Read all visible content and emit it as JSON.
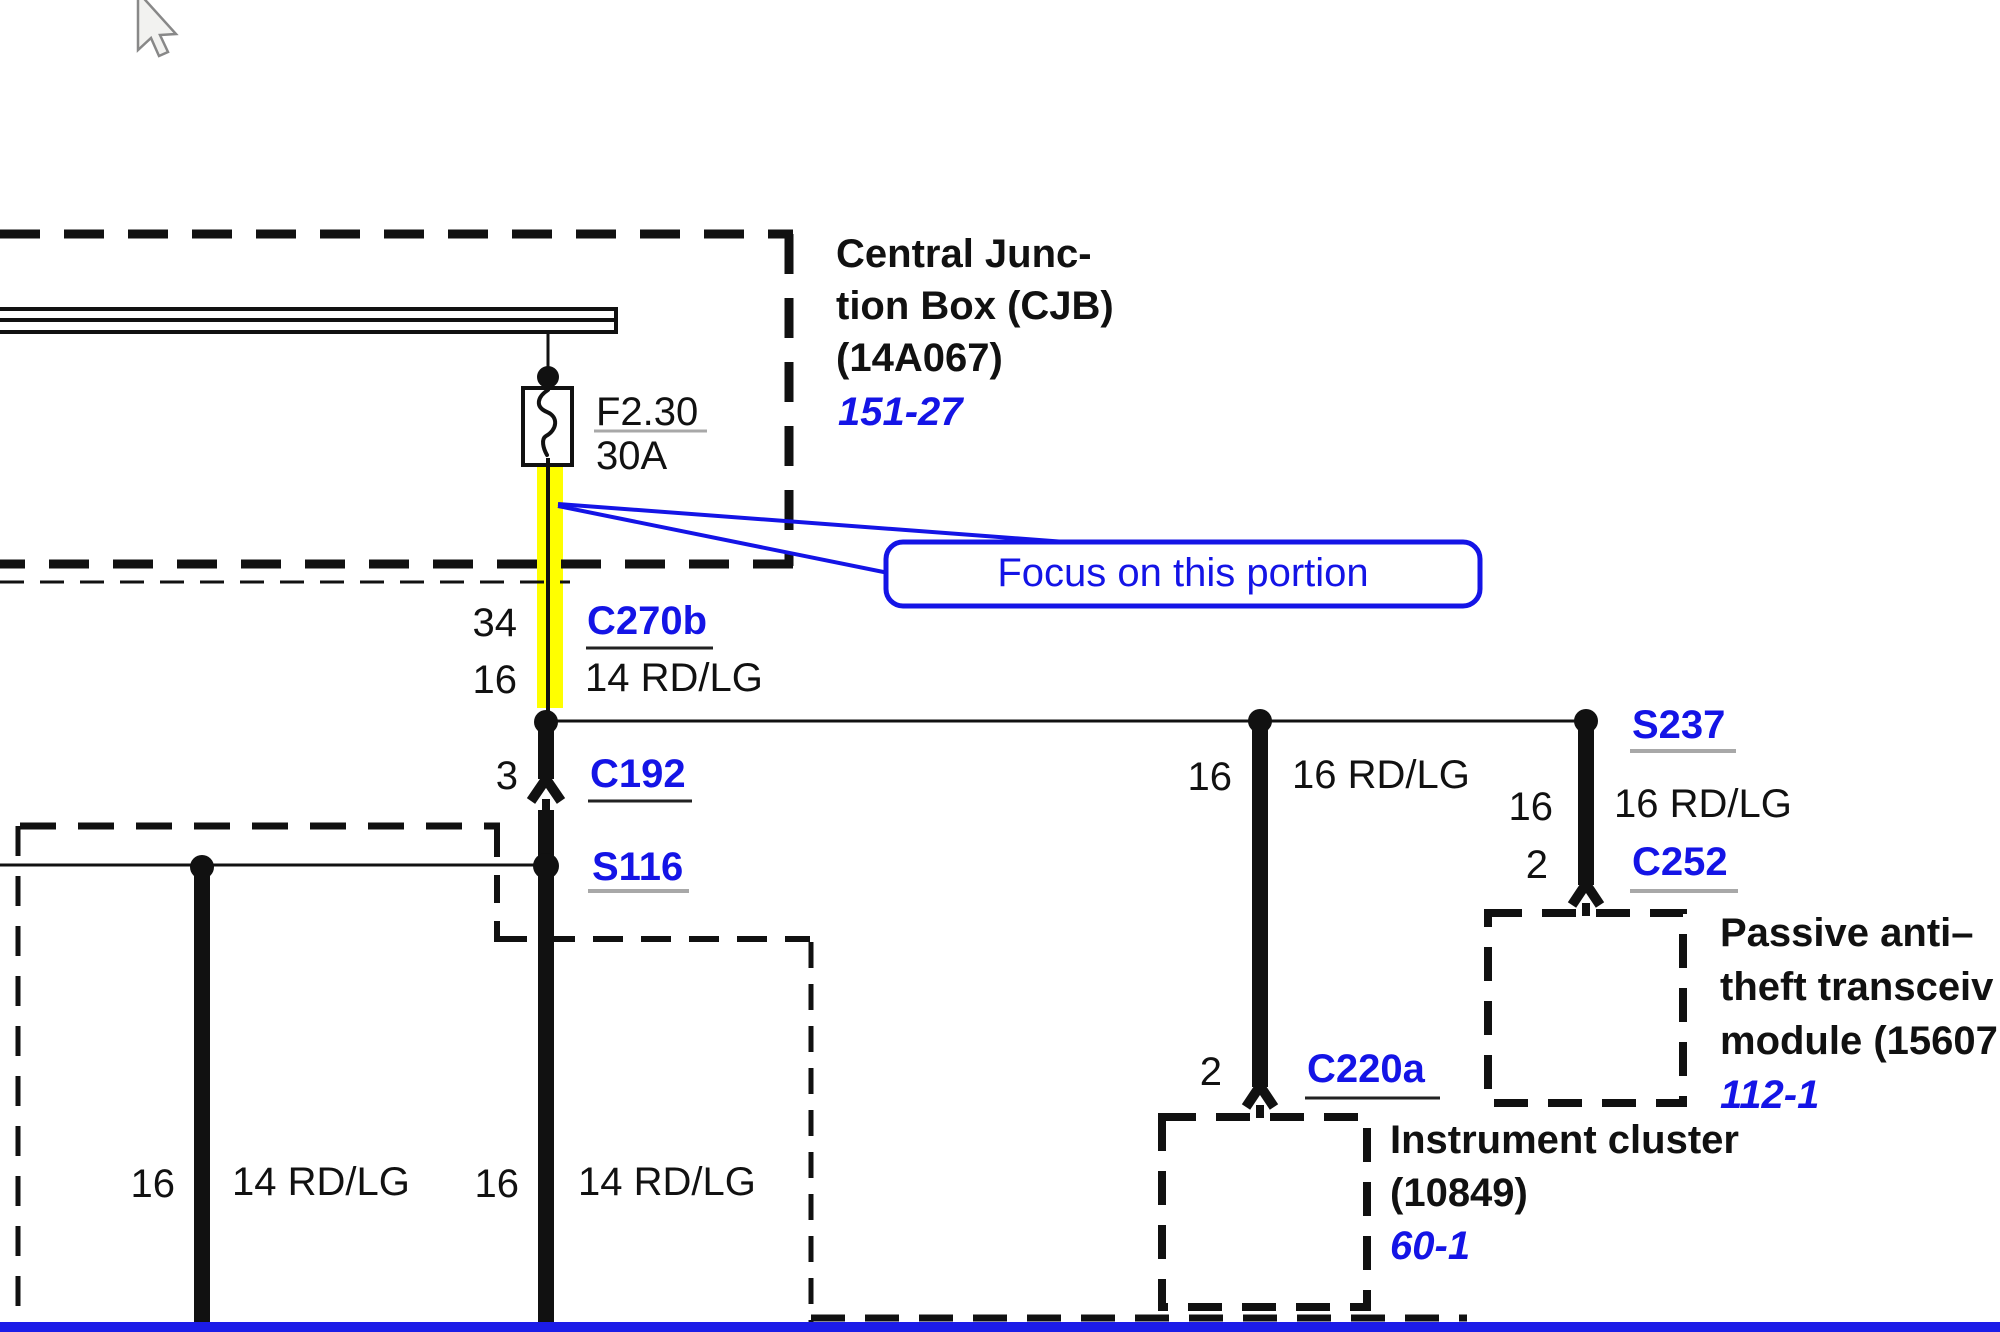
{
  "colors": {
    "accent_blue": "#1414e6",
    "highlight_yellow": "#ffff00",
    "underline_gray": "#a8a8a8",
    "line_black": "#111111",
    "bottom_bar_blue": "#1c1ce8"
  },
  "cjb": {
    "title_lines": [
      "Central Junc-",
      "tion Box (CJB)",
      "(14A067)"
    ],
    "page_ref": "151-27",
    "fuse": {
      "id": "F2.30",
      "rating": "30A"
    }
  },
  "callout": {
    "text": "Focus on this portion"
  },
  "branch_c270b": {
    "pin": "34",
    "gauge": "16",
    "connector": "C270b",
    "wire": "14 RD/LG"
  },
  "branch_c192": {
    "pin": "3",
    "connector": "C192"
  },
  "splice_s116": {
    "id": "S116"
  },
  "splice_s237": {
    "id": "S237"
  },
  "branch_cluster": {
    "gauge": "16",
    "wire": "16 RD/LG",
    "pin": "2",
    "connector": "C220a",
    "component_lines": [
      "Instrument cluster",
      "(10849)"
    ],
    "page_ref": "60-1"
  },
  "branch_pats": {
    "gauge": "16",
    "wire": "16 RD/LG",
    "pin": "2",
    "connector": "C252",
    "component_lines": [
      "Passive anti–",
      "theft transceiv",
      "module (15607"
    ],
    "page_ref": "112-1"
  },
  "bottom_wires": {
    "left_gauge": "16",
    "left_wire": "14 RD/LG",
    "right_gauge": "16",
    "right_wire": "14 RD/LG"
  }
}
